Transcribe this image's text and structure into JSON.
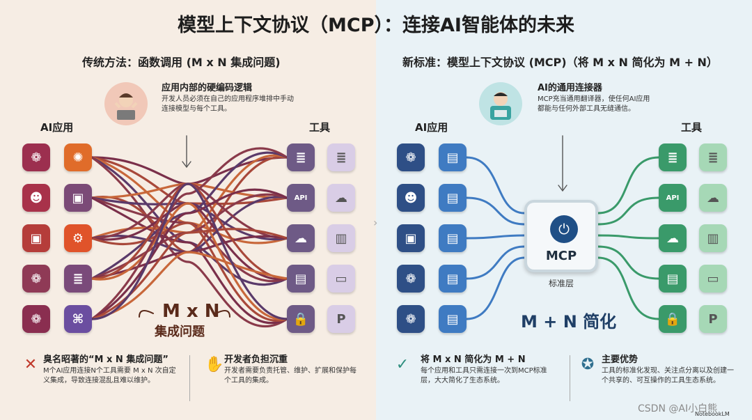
{
  "title": "模型上下文协议（MCP）：连接AI智能体的未来",
  "left": {
    "subtitle": "传统方法：函数调用 (M x N 集成问题)",
    "apps_label": "AI应用",
    "tools_label": "工具",
    "callout_title": "应用内部的硬编码逻辑",
    "callout_text": "开发人员必须在自己的应用程序堆排中手动连接模型与每个工具。",
    "center_big": "M x N",
    "center_small": "集成问题",
    "bottom1_title": "臭名昭著的“M x N 集成问题”",
    "bottom1_text": "M个AI应用连接N个工具需要 M x N 次自定义集成，导致连接混乱且难以维护。",
    "bottom2_title": "开发者负担沉重",
    "bottom2_text": "开发者需要负责托管、维护、扩展和保护每个工具的集成。"
  },
  "right": {
    "subtitle": "新标准：模型上下文协议 (MCP)（将 M x N 简化为 M + N）",
    "apps_label": "AI应用",
    "tools_label": "工具",
    "callout_title": "AI的通用连接器",
    "callout_text": "MCP充当通用翻译器，使任何AI应用都能与任何外部工具无缝通信。",
    "mcp_label": "MCP",
    "mcp_sub": "标准层",
    "center_big": "M + N 简化",
    "bottom1_title": "将 M x N 简化为 M + N",
    "bottom1_text": "每个应用和工具只需连接一次到MCP标准层，大大简化了生态系统。",
    "bottom2_title": "主要优势",
    "bottom2_text": "工具的标准化发现、关注点分离以及创建一个共享的、可互操作的工具生态系统。"
  },
  "icons": {
    "left_apps": [
      "brain-icon",
      "head-icon",
      "robot-icon",
      "brain-icon",
      "brain-icon"
    ],
    "left_apps2": [
      "openai-icon",
      "robot-icon",
      "gear-icon",
      "database-icon",
      "python-icon"
    ],
    "left_tools": [
      "database-icon",
      "api-icon",
      "cloud-icon",
      "document-icon",
      "lock-icon"
    ],
    "left_tools2": [
      "database-icon",
      "cloud-icon",
      "scroll-icon",
      "card-icon",
      "paypal-icon"
    ],
    "api_text": "API"
  },
  "colors": {
    "left_app_col1": [
      "#9c2f4f",
      "#a8324a",
      "#b53d3a",
      "#8f3a56",
      "#8a2e50"
    ],
    "left_app_col2": [
      "#e06c2a",
      "#7b4a77",
      "#e0532a",
      "#7a4a7a",
      "#6b4ea0"
    ],
    "right_app_col1": "#2e4f86",
    "right_app_col2": "#3f7bc2",
    "right_tool_col1": "#3a9a6a",
    "right_tool_col2": "#a6d8b6"
  },
  "watermark": "CSDN @AI小白熊",
  "notebook": "NotebookLM"
}
